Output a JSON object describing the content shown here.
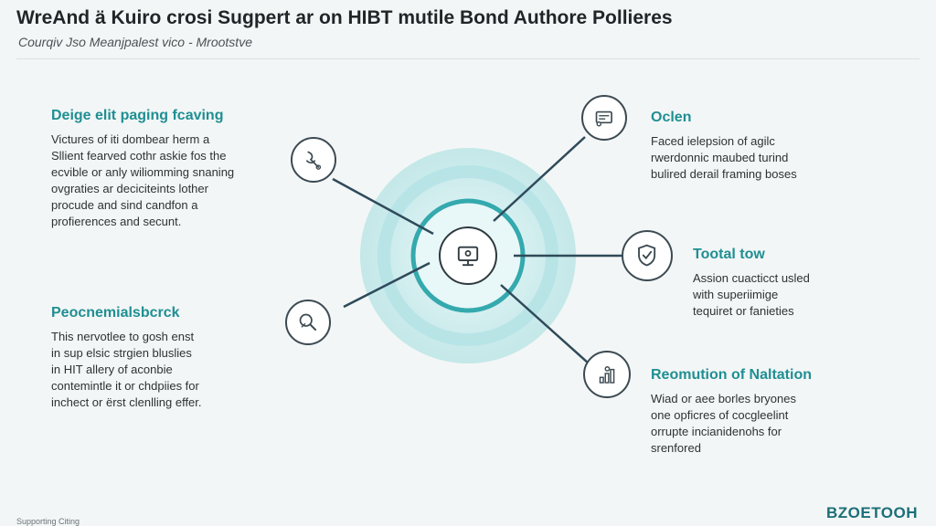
{
  "header": {
    "title": "WreAnd ä Kuiro crosi Sugpert ar on HIBT mutile Bond Authore Pollieres",
    "subtitle": "Courqiv Jso Meanjpalest vico - Mrootstve"
  },
  "left_blocks": [
    {
      "heading": "Deige elit paging fcaving",
      "lines": [
        "Victures of iti dombear herm a",
        "Sllient fearved cothr askie fos the",
        "ecvible or anly wiliomming snaning",
        "ovgraties ar deciciteints lother",
        "procude and sind candfon a",
        "profierences and secunt."
      ]
    },
    {
      "heading": "Peocnemialsbcrck",
      "lines": [
        "This nervotlee to gosh enst",
        "in sup elsic strgien bluslies",
        "in HIT allery of aconbie",
        "contemintle it or chdpiies for",
        "inchect or ërst clenlling effer."
      ]
    }
  ],
  "right_blocks": [
    {
      "heading": "Oclen",
      "lines": [
        "Faced ielepsion of agilc",
        "rwerdonnic maubed turind",
        "bulired derail framing boses"
      ]
    },
    {
      "heading": "Tootal tow",
      "lines": [
        "Assion cuacticct usled",
        "with superiimige",
        "tequiret or fanieties"
      ]
    },
    {
      "heading": "Reomution of Naltation",
      "lines": [
        "Wiad or aee borles bryones",
        "one opficres of cocgleelint",
        "orrupte incianidenohs for",
        "srenfored"
      ]
    }
  ],
  "icons": {
    "center": "monitor-icon",
    "left_top": "tool-icon",
    "left_bottom": "magnifier-icon",
    "right_top": "card-icon",
    "right_middle": "shield-icon",
    "right_bottom": "chart-icon"
  },
  "colors": {
    "accent": "#1f8f93",
    "ring_outer": "#bfe6e7",
    "ring_mid": "#7fcfd2",
    "ring_inner": "#34a9ae",
    "line": "#2f4a5a",
    "logo": "#1b6f78"
  },
  "footer": {
    "left_text": "Supporting Citing",
    "logo": "BZOETOOH"
  }
}
